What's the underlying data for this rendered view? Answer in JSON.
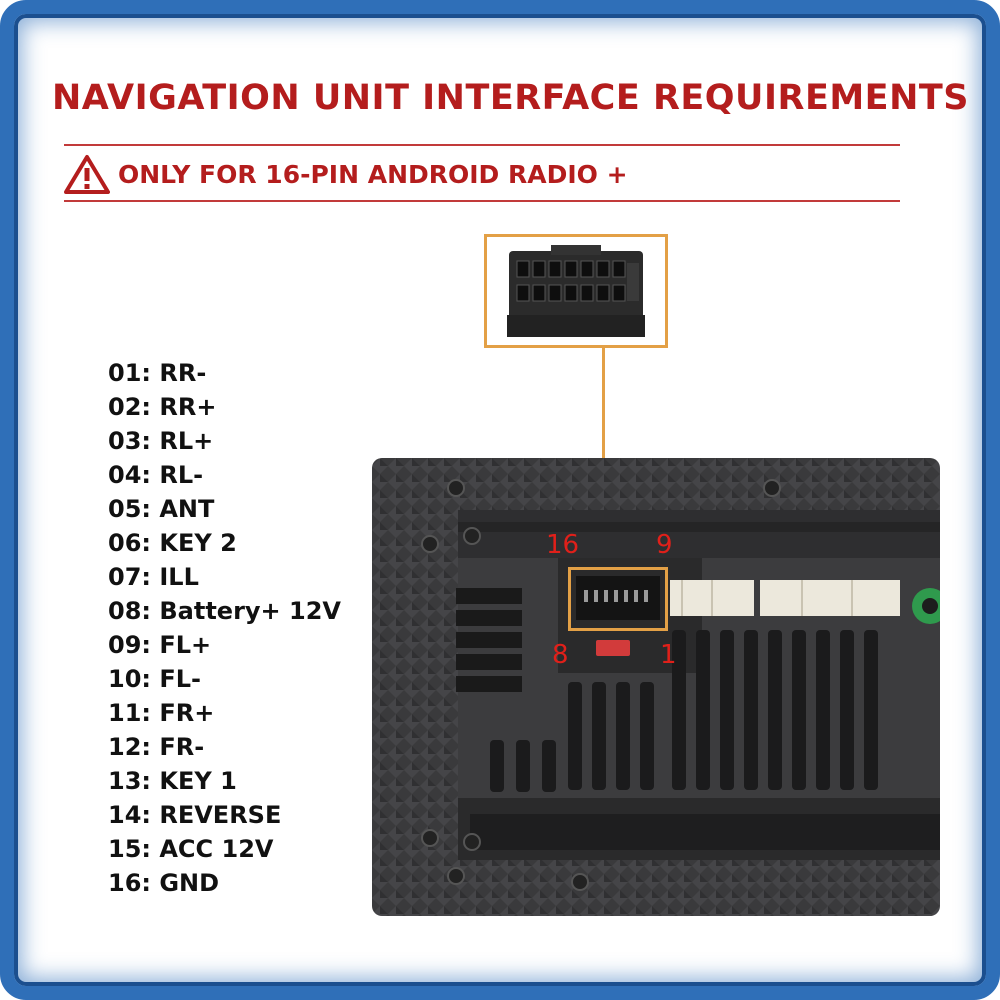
{
  "title": "NAVIGATION UNIT INTERFACE REQUIREMENTS",
  "warning": {
    "icon": "warning-triangle-icon",
    "text": "ONLY FOR 16-PIN ANDROID RADIO +"
  },
  "pins": [
    "01: RR-",
    "02: RR+",
    "03: RL+",
    "04: RL-",
    "05: ANT",
    "06: KEY 2",
    "07: ILL",
    "08: Battery+ 12V",
    "09: FL+",
    "10: FL-",
    "11: FR+",
    "12: FR-",
    "13: KEY 1",
    "14: REVERSE",
    "15: ACC 12V",
    "16: GND"
  ],
  "socket_labels": {
    "top_left": "16",
    "top_right": "9",
    "bottom_left": "8",
    "bottom_right": "1"
  },
  "colors": {
    "title": "#b41d1d",
    "frame": "#2f6fb8",
    "highlight": "#e3a046",
    "pin_numbers": "#e0201a"
  }
}
